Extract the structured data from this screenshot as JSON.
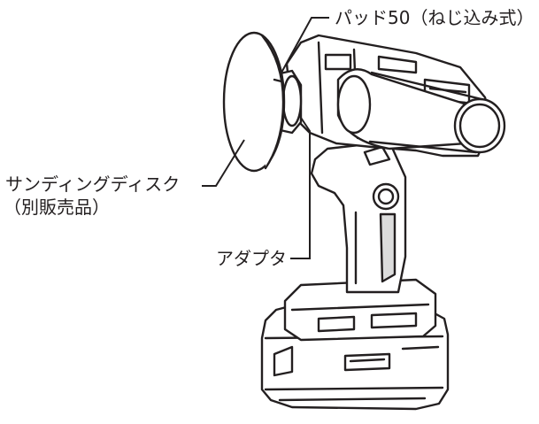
{
  "labels": {
    "pad": "パッド50（ねじ込み式）",
    "sanding_disc_line1": "サンディングディスク",
    "sanding_disc_line2": "（別販売品）",
    "adapter": "アダプタ"
  },
  "colors": {
    "outline": "#231f20",
    "body_fill": "#ffffff",
    "shade": "#9a9a9a"
  }
}
